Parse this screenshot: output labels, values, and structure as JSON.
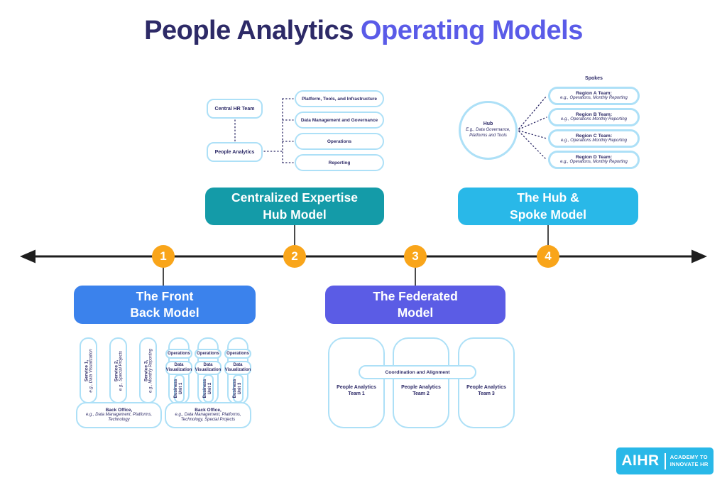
{
  "title": {
    "prefix": "People Analytics",
    "suffix": "Operating Models"
  },
  "colors": {
    "navy": "#2D2A67",
    "purple": "#5A5BE8",
    "teal": "#149BA8",
    "sky": "#29B8E8",
    "blue": "#3B82EC",
    "violet": "#5B5CE5",
    "orange": "#F9A51A",
    "lb": "#ADE0F7"
  },
  "timeline": {
    "markers": [
      "1",
      "2",
      "3",
      "4"
    ]
  },
  "centralized": {
    "button": {
      "line1": "Centralized Expertise",
      "line2": "Hub Model"
    },
    "org_boxes": {
      "top": "Central HR Team",
      "bottom": "People Analytics"
    },
    "functions": [
      "Platform, Tools, and Infrastructure",
      "Data Management and Governance",
      "Operations",
      "Reporting"
    ]
  },
  "hub_spoke": {
    "button": {
      "line1": "The Hub &",
      "line2": "Spoke Model"
    },
    "hub": {
      "title": "Hub",
      "subtitle_line1": "E.g., Data Governance,",
      "subtitle_line2": "Platforms and Tools"
    },
    "spokes_label": "Spokes",
    "spokes": [
      {
        "title": "Region A Team:",
        "subtitle": "e.g., Operations, Monthly Reporting"
      },
      {
        "title": "Region B Team:",
        "subtitle": "e.g., Operations Monthly Reporting"
      },
      {
        "title": "Region C Team:",
        "subtitle": "e.g., Operations Monthly Reporting"
      },
      {
        "title": "Region D Team:",
        "subtitle": "e.g., Operations, Monthly Reporting"
      }
    ]
  },
  "front_back": {
    "button": {
      "line1": "The Front",
      "line2": "Back Model"
    },
    "services": [
      {
        "title": "Service 1,",
        "subtitle": "e.g., Data Visualization"
      },
      {
        "title": "Service 2,",
        "subtitle": "e.g., Special Projects"
      },
      {
        "title": "Service 3,",
        "subtitle": "e.g., Monthly Reporting"
      }
    ],
    "back_office_left": {
      "title": "Back Office,",
      "subtitle": "e.g., Data Management, Platforms, Technology"
    },
    "columns": [
      {
        "operations": "Operations",
        "data_visualization": "Data Visualization",
        "unit_line1": "Business",
        "unit_line2": "Unit 1"
      },
      {
        "operations": "Operations",
        "data_visualization": "Data Visualization",
        "unit_line1": "Business",
        "unit_line2": "Unit 2"
      },
      {
        "operations": "Operations",
        "data_visualization": "Data Visualization",
        "unit_line1": "Business",
        "unit_line2": "Unit 3"
      }
    ],
    "back_office_right": {
      "title": "Back Office,",
      "subtitle": "e.g., Data Management, Platforms, Technology, Special Projects"
    }
  },
  "federated": {
    "button": {
      "line1": "The Federated",
      "line2": "Model"
    },
    "coordination": "Coordination and Alignment",
    "teams": [
      {
        "line1": "People Analytics",
        "line2": "Team 1"
      },
      {
        "line1": "People Analytics",
        "line2": "Team 2"
      },
      {
        "line1": "People Analytics",
        "line2": "Team 3"
      }
    ]
  },
  "logo": {
    "brand": "AIHR",
    "tagline_line1": "ACADEMY TO",
    "tagline_line2": "INNOVATE HR"
  }
}
